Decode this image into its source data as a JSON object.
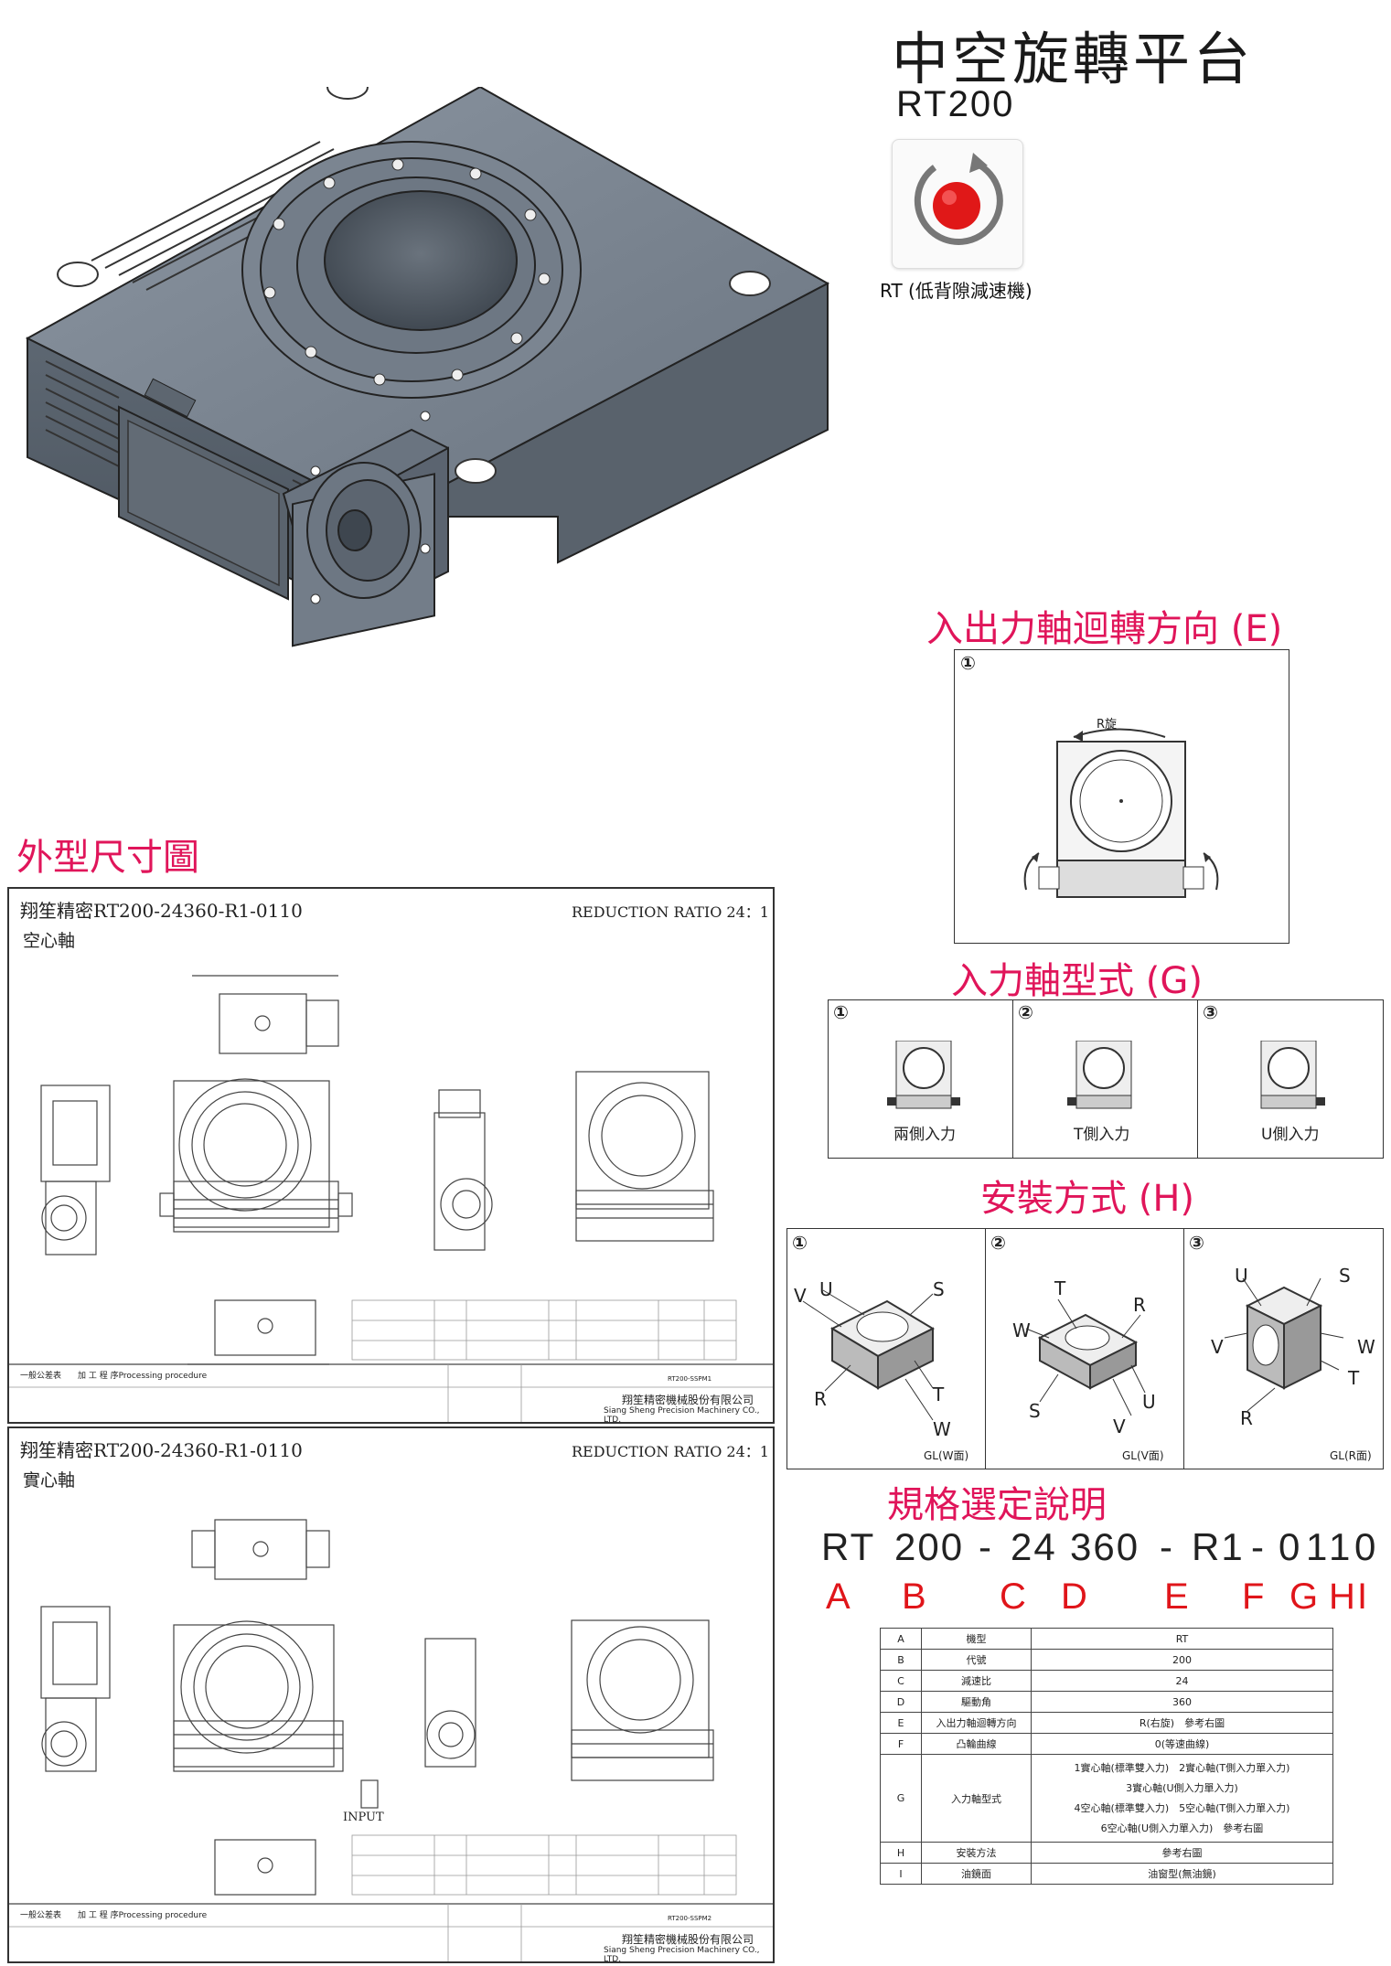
{
  "header": {
    "title": "中空旋轉平台",
    "model": "RT200",
    "rt_label": "RT (低背隙減速機)"
  },
  "sections": {
    "outline": "外型尺寸圖",
    "rotation": "入出力軸迴轉方向 (E)",
    "input_type": "入力軸型式 (G)",
    "mounting": "安裝方式 (H)",
    "spec": "規格選定說明"
  },
  "rotation_box": {
    "num": "①",
    "label": "R旋"
  },
  "input_types": [
    {
      "num": "①",
      "caption": "兩側入力"
    },
    {
      "num": "②",
      "caption": "T側入力"
    },
    {
      "num": "③",
      "caption": "U側入力"
    }
  ],
  "mountings": [
    {
      "num": "①",
      "caption": "GL(W面)",
      "letters": [
        "V",
        "U",
        "S",
        "R",
        "T",
        "W"
      ]
    },
    {
      "num": "②",
      "caption": "GL(V面)",
      "letters": [
        "T",
        "W",
        "R",
        "S",
        "V",
        "U"
      ]
    },
    {
      "num": "③",
      "caption": "GL(R面)",
      "letters": [
        "U",
        "S",
        "V",
        "W",
        "T",
        "R"
      ]
    }
  ],
  "drawing1": {
    "title": "翔笙精密RT200-24360-R1-0110",
    "ratio": "REDUCTION RATIO 24：1",
    "subtitle": "空心軸",
    "process": "一般公差表　　加 工 程 序Processing procedure",
    "company_cn": "翔笙精密機械股份有限公司",
    "company_en": "Siang Sheng Precision Machinery CO., LTD.",
    "dwg_no": "RT200-SSPM1"
  },
  "drawing2": {
    "title": "翔笙精密RT200-24360-R1-0110",
    "ratio": "REDUCTION RATIO 24：1",
    "subtitle": "實心軸",
    "process": "一般公差表　　加 工 程 序Processing procedure",
    "company_cn": "翔笙精密機械股份有限公司",
    "company_en": "Siang Sheng Precision Machinery CO., LTD.",
    "dwg_no": "RT200-SSPM2",
    "input_label": "INPUT"
  },
  "code": {
    "parts": [
      "RT",
      "200",
      "-",
      "24",
      "360",
      "-",
      "R1",
      "-",
      "0",
      "1",
      "1",
      "0"
    ],
    "letters": [
      "A",
      "B",
      "C",
      "D",
      "E",
      "F",
      "G",
      "H",
      "I"
    ]
  },
  "spec_table": [
    {
      "k": "A",
      "name": "機型",
      "value": "RT"
    },
    {
      "k": "B",
      "name": "代號",
      "value": "200"
    },
    {
      "k": "C",
      "name": "減速比",
      "value": "24"
    },
    {
      "k": "D",
      "name": "驅動角",
      "value": "360"
    },
    {
      "k": "E",
      "name": "入出力軸迴轉方向",
      "value": "R(右旋)　參考右圖"
    },
    {
      "k": "F",
      "name": "凸輪曲線",
      "value": "0(等速曲線)"
    },
    {
      "k": "G",
      "name": "入力軸型式",
      "value": "1實心軸(標準雙入力)　2實心軸(T側入力單入力)\n3實心軸(U側入力單入力)\n4空心軸(標準雙入力)　5空心軸(T側入力單入力)\n6空心軸(U側入力單入力)　參考右圖"
    },
    {
      "k": "H",
      "name": "安裝方法",
      "value": "參考右圖"
    },
    {
      "k": "I",
      "name": "油鏡面",
      "value": "油窗型(無油鏡)"
    }
  ],
  "colors": {
    "accent": "#e0155a",
    "code_red": "#e0151a",
    "body_gray": "#6e7884"
  }
}
